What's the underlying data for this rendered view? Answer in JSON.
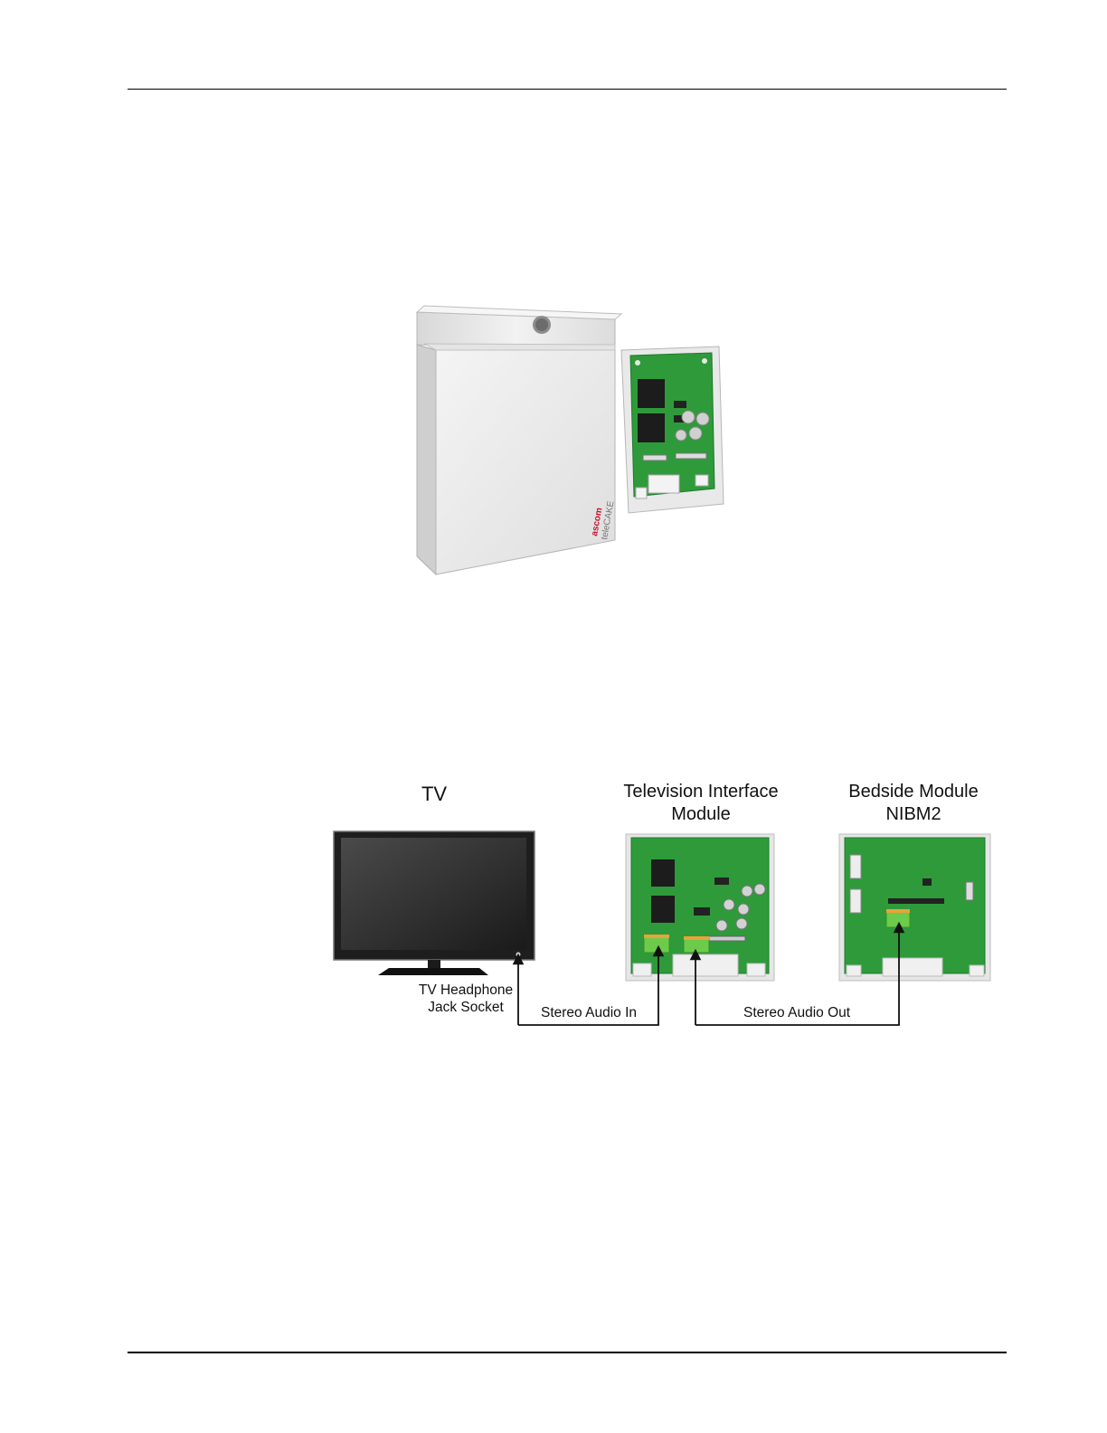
{
  "figure1": {
    "brand_logo": "ascom",
    "product_name": "teleCAKE"
  },
  "figure2": {
    "tv_label": "TV",
    "tim_label_line1": "Television Interface",
    "tim_label_line2": "Module",
    "bedside_label_line1": "Bedside Module",
    "bedside_label_line2": "NIBM2",
    "jack_label_line1": "TV Headphone",
    "jack_label_line2": "Jack Socket",
    "audio_in_label": "Stereo Audio In",
    "audio_out_label": "Stereo Audio Out"
  },
  "colors": {
    "pcb_green": "#2e9a3a",
    "enclosure": "#e9e9e9",
    "connector_orange": "#e8a33a",
    "terminal_green": "#6ccb4a"
  }
}
